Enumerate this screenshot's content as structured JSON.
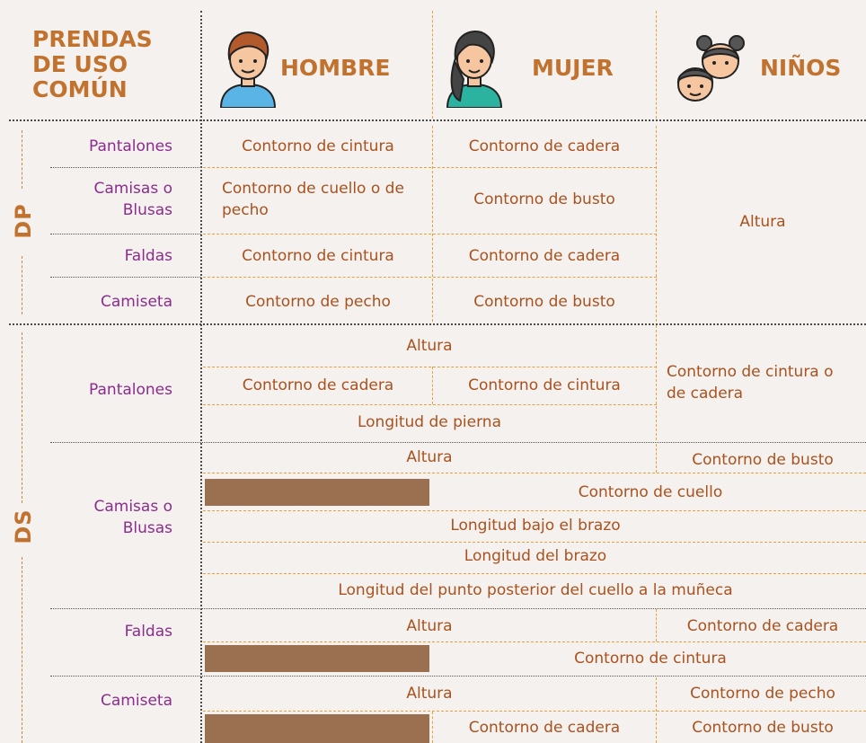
{
  "header": {
    "category": "PRENDAS DE USO COMÚN",
    "category_lines": [
      "PRENDAS",
      "DE USO",
      "COMÚN"
    ],
    "col_men": "HOMBRE",
    "col_women": "MUJER",
    "col_kids": "NIÑOS",
    "icons": [
      "man-avatar-icon",
      "woman-avatar-icon",
      "children-avatar-icon"
    ]
  },
  "groups": {
    "dp": "DP",
    "ds": "DS"
  },
  "dp": {
    "pantalones": {
      "garment": "Pantalones",
      "men": "Contorno de cintura",
      "women": "Contorno de cadera"
    },
    "camisas": {
      "garment": "Camisas o Blusas",
      "men": "Contorno de cuello o de pecho",
      "women": "Contorno de busto"
    },
    "faldas": {
      "garment": "Faldas",
      "men": "Contorno de cintura",
      "women": "Contorno de cadera"
    },
    "camiseta": {
      "garment": "Camiseta",
      "men": "Contorno de pecho",
      "women": "Contorno de busto"
    },
    "kids": "Altura"
  },
  "ds": {
    "pantalones": {
      "garment": "Pantalones",
      "row1": "Altura",
      "men2": "Contorno de cadera",
      "women2": "Contorno de cintura",
      "row3": "Longitud de pierna",
      "kids": "Contorno de cintura o de cadera"
    },
    "camisas": {
      "garment": "Camisas o Blusas",
      "row1": "Altura",
      "kids1": "Contorno de busto",
      "row2": "Contorno de cuello",
      "row3": "Longitud bajo el brazo",
      "row4": "Longitud del brazo",
      "row5": "Longitud del punto posterior del cuello a la muñeca"
    },
    "faldas": {
      "garment": "Faldas",
      "row1": "Altura",
      "kids1": "Contorno de cadera",
      "row2": "Contorno de cintura"
    },
    "camiseta": {
      "garment": "Camiseta",
      "row1": "Altura",
      "kids1": "Contorno de pecho",
      "women2": "Contorno de cadera",
      "kids2": "Contorno de busto"
    }
  },
  "colors": {
    "header": "#c0722e",
    "cell_text": "#a9521f",
    "garment_text": "#8b2c8e",
    "bar": "#9a7050",
    "background": "#f5f1ee"
  }
}
